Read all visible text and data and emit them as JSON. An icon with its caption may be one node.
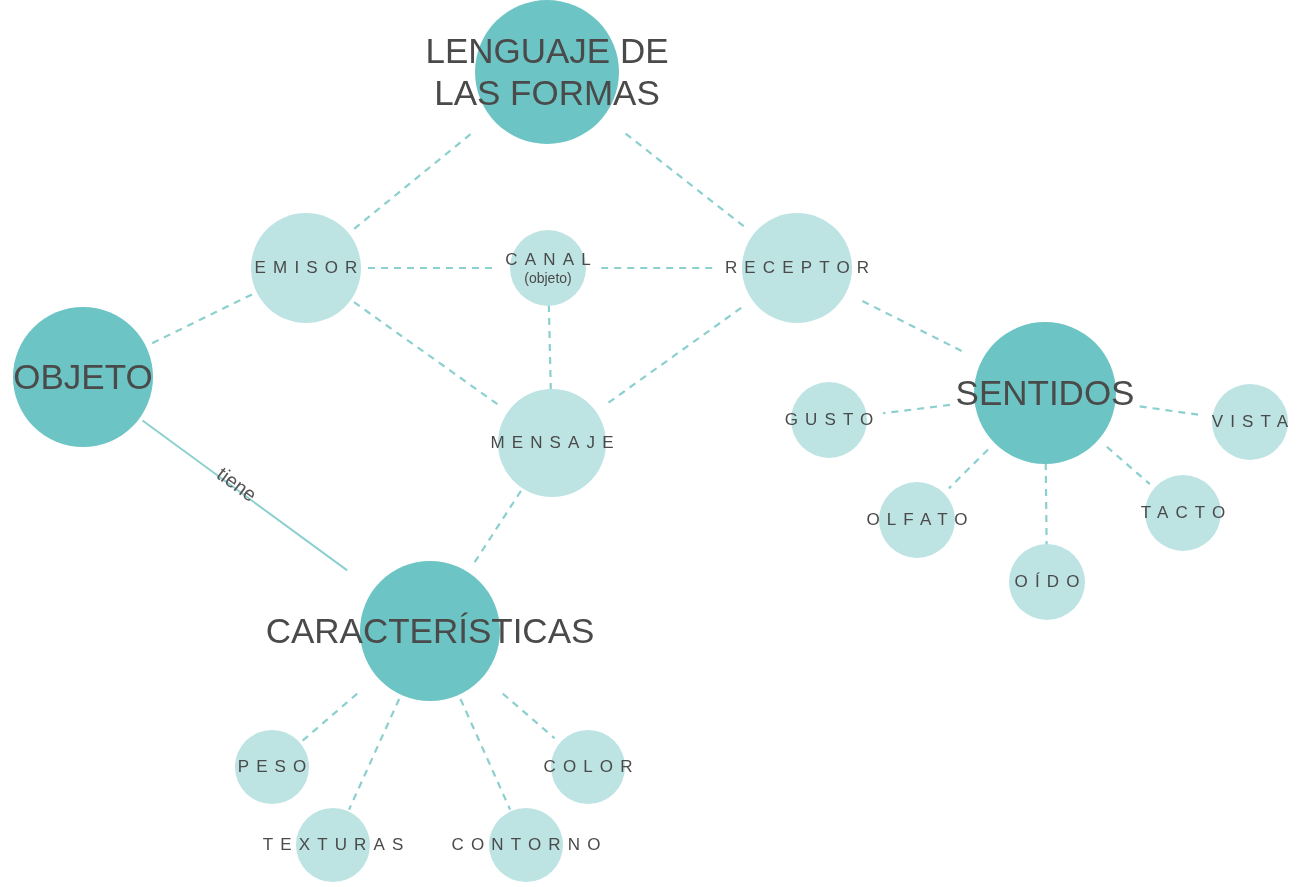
{
  "diagram": {
    "nodes": [
      {
        "text": [
          "LENGUAJE DE LAS FORMAS"
        ]
      },
      {
        "text": [
          "EMISOR"
        ]
      },
      {
        "text": [
          "CANAL",
          "(objeto)"
        ]
      },
      {
        "text": [
          "RECEPTOR"
        ]
      },
      {
        "text": [
          "OBJETO"
        ]
      },
      {
        "text": [
          "MENSAJE"
        ]
      },
      {
        "text": [
          "SENTIDOS"
        ]
      },
      {
        "text": [
          "GUSTO"
        ]
      },
      {
        "text": [
          "VISTA"
        ]
      },
      {
        "text": [
          "OLFATO"
        ]
      },
      {
        "text": [
          "OÍDO"
        ]
      },
      {
        "text": [
          "TACTO"
        ]
      },
      {
        "text": [
          "CARACTERÍSTICAS"
        ]
      },
      {
        "text": [
          "PESO"
        ]
      },
      {
        "text": [
          "TEXTURAS"
        ]
      },
      {
        "text": [
          "CONTORNO"
        ]
      },
      {
        "text": [
          "COLOR"
        ]
      }
    ],
    "edges": [
      {
        "from": 0,
        "to": 1,
        "arrow": "none",
        "style": "dashed"
      },
      {
        "from": 0,
        "to": 3,
        "arrow": "none",
        "style": "dashed"
      },
      {
        "from": 1,
        "to": 4,
        "arrow": "none",
        "style": "dashed"
      },
      {
        "from": 1,
        "to": 2,
        "arrow": "none",
        "style": "dashed"
      },
      {
        "from": 2,
        "to": 3,
        "arrow": "none",
        "style": "dashed"
      },
      {
        "from": 3,
        "to": 6,
        "arrow": "none",
        "style": "dashed"
      },
      {
        "from": 1,
        "to": 5,
        "arrow": "none",
        "style": "dashed"
      },
      {
        "from": 2,
        "to": 5,
        "arrow": "none",
        "style": "dashed"
      },
      {
        "from": 3,
        "to": 5,
        "arrow": "none",
        "style": "dashed"
      },
      {
        "from": 4,
        "to": 12,
        "arrow": "none",
        "label": "tiene"
      },
      {
        "from": 5,
        "to": 12,
        "arrow": "none",
        "style": "dashed"
      },
      {
        "from": 6,
        "to": 7,
        "arrow": "none",
        "style": "dashed"
      },
      {
        "from": 6,
        "to": 8,
        "arrow": "none",
        "style": "dashed"
      },
      {
        "from": 6,
        "to": 9,
        "arrow": "none",
        "style": "dashed"
      },
      {
        "from": 6,
        "to": 10,
        "arrow": "none",
        "style": "dashed"
      },
      {
        "from": 6,
        "to": 11,
        "arrow": "none",
        "style": "dashed"
      },
      {
        "from": 12,
        "to": 13,
        "arrow": "none",
        "style": "dashed"
      },
      {
        "from": 12,
        "to": 14,
        "arrow": "none",
        "style": "dashed"
      },
      {
        "from": 12,
        "to": 15,
        "arrow": "none",
        "style": "dashed"
      },
      {
        "from": 12,
        "to": 16,
        "arrow": "none",
        "style": "dashed"
      }
    ]
  }
}
